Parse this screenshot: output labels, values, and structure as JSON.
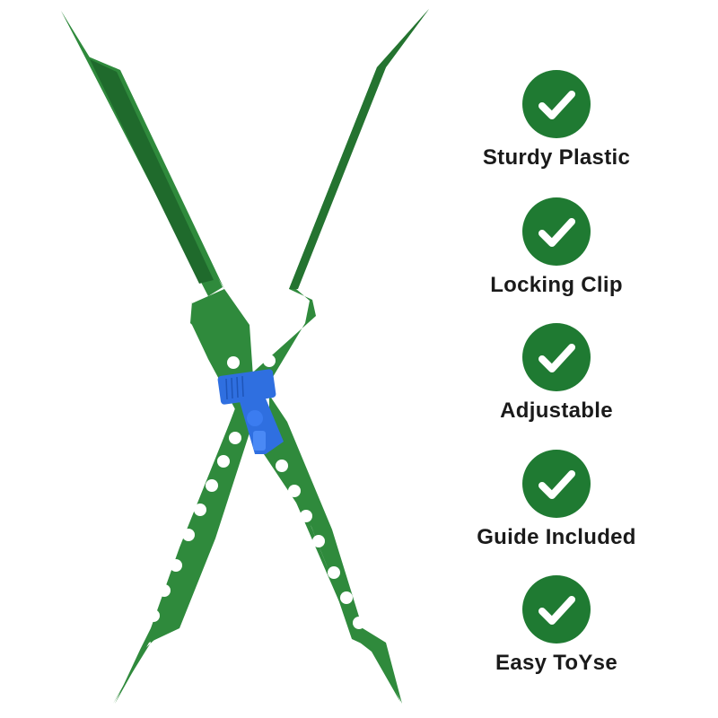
{
  "colors": {
    "brand_green": "#1f7a32",
    "strap_green": "#2f8a3c",
    "strap_shadow": "#1f6a2c",
    "clip_blue": "#2f6fe0",
    "text": "#1a1a1a"
  },
  "product": {
    "icon": "cross-strap-clamp"
  },
  "features": [
    {
      "label": "Sturdy Plastic",
      "icon": "checkmark-icon"
    },
    {
      "label": "Locking Clip",
      "icon": "checkmark-icon"
    },
    {
      "label": "Adjustable",
      "icon": "checkmark-icon"
    },
    {
      "label": "Guide Included",
      "icon": "checkmark-icon"
    },
    {
      "label": "Easy ToYse",
      "icon": "checkmark-icon"
    }
  ]
}
